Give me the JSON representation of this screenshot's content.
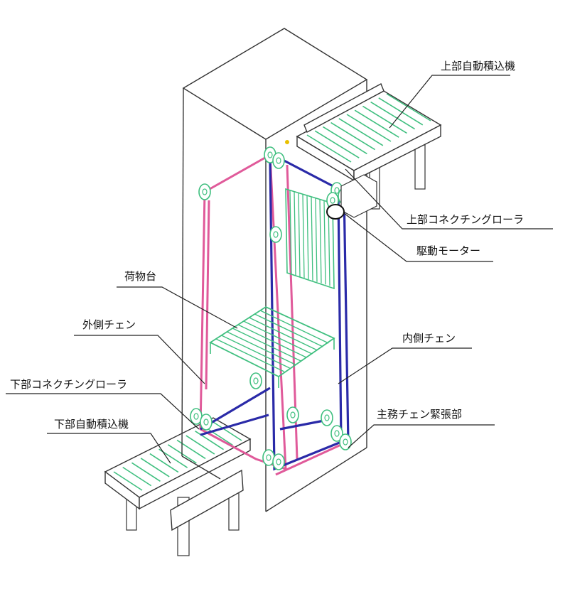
{
  "labels": {
    "upper_loader": "上部自動積込機",
    "upper_connecting_roller": "上部コネクチングローラ",
    "drive_motor": "駆動モーター",
    "carrier": "荷物台",
    "outer_chain": "外側チェン",
    "inner_chain": "内側チェン",
    "lower_connecting_roller": "下部コネクチングローラ",
    "lower_loader": "下部自動積込機",
    "main_chain_tensioner": "主務チェン緊張部"
  },
  "colors": {
    "background": "#ffffff",
    "outline": "#333333",
    "roller_green": "#3fbf7f",
    "outer_chain_pink": "#e05a9a",
    "inner_chain_blue": "#2a2aa8",
    "motor_yellow": "#e8c000"
  }
}
